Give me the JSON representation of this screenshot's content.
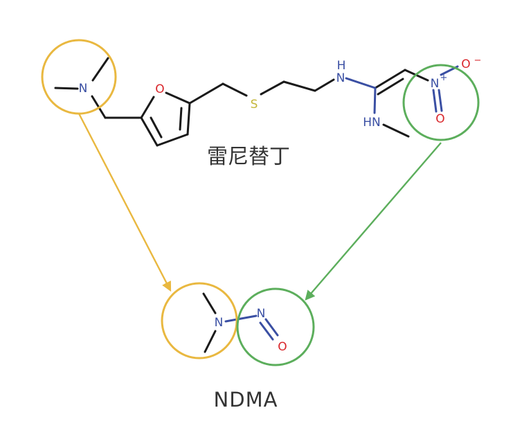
{
  "colors": {
    "carbon": "#1a1a1a",
    "nitrogen": "#3a4fa3",
    "oxygen": "#d9262b",
    "sulfur": "#c4b63a",
    "amine_highlight": "#e9b840",
    "nitroso_highlight": "#5cae5c",
    "caption": "#333333"
  },
  "ranitidine": {
    "name": "雷尼替丁",
    "atoms": {
      "n_dimethyl": "N",
      "o_furan": "O",
      "s_thioether": "S",
      "nh_top": "H",
      "nh_top_n": "N",
      "nh_methyl": "HN",
      "n_nitro": "N",
      "n_nitro_charge": "+",
      "o_nitro_top": "O",
      "o_nitro_top_charge": "−",
      "o_nitro_bottom": "O"
    }
  },
  "ndma": {
    "name": "NDMA",
    "atoms": {
      "n_amine": "N",
      "n_nitroso": "N",
      "o_nitroso": "O"
    }
  }
}
